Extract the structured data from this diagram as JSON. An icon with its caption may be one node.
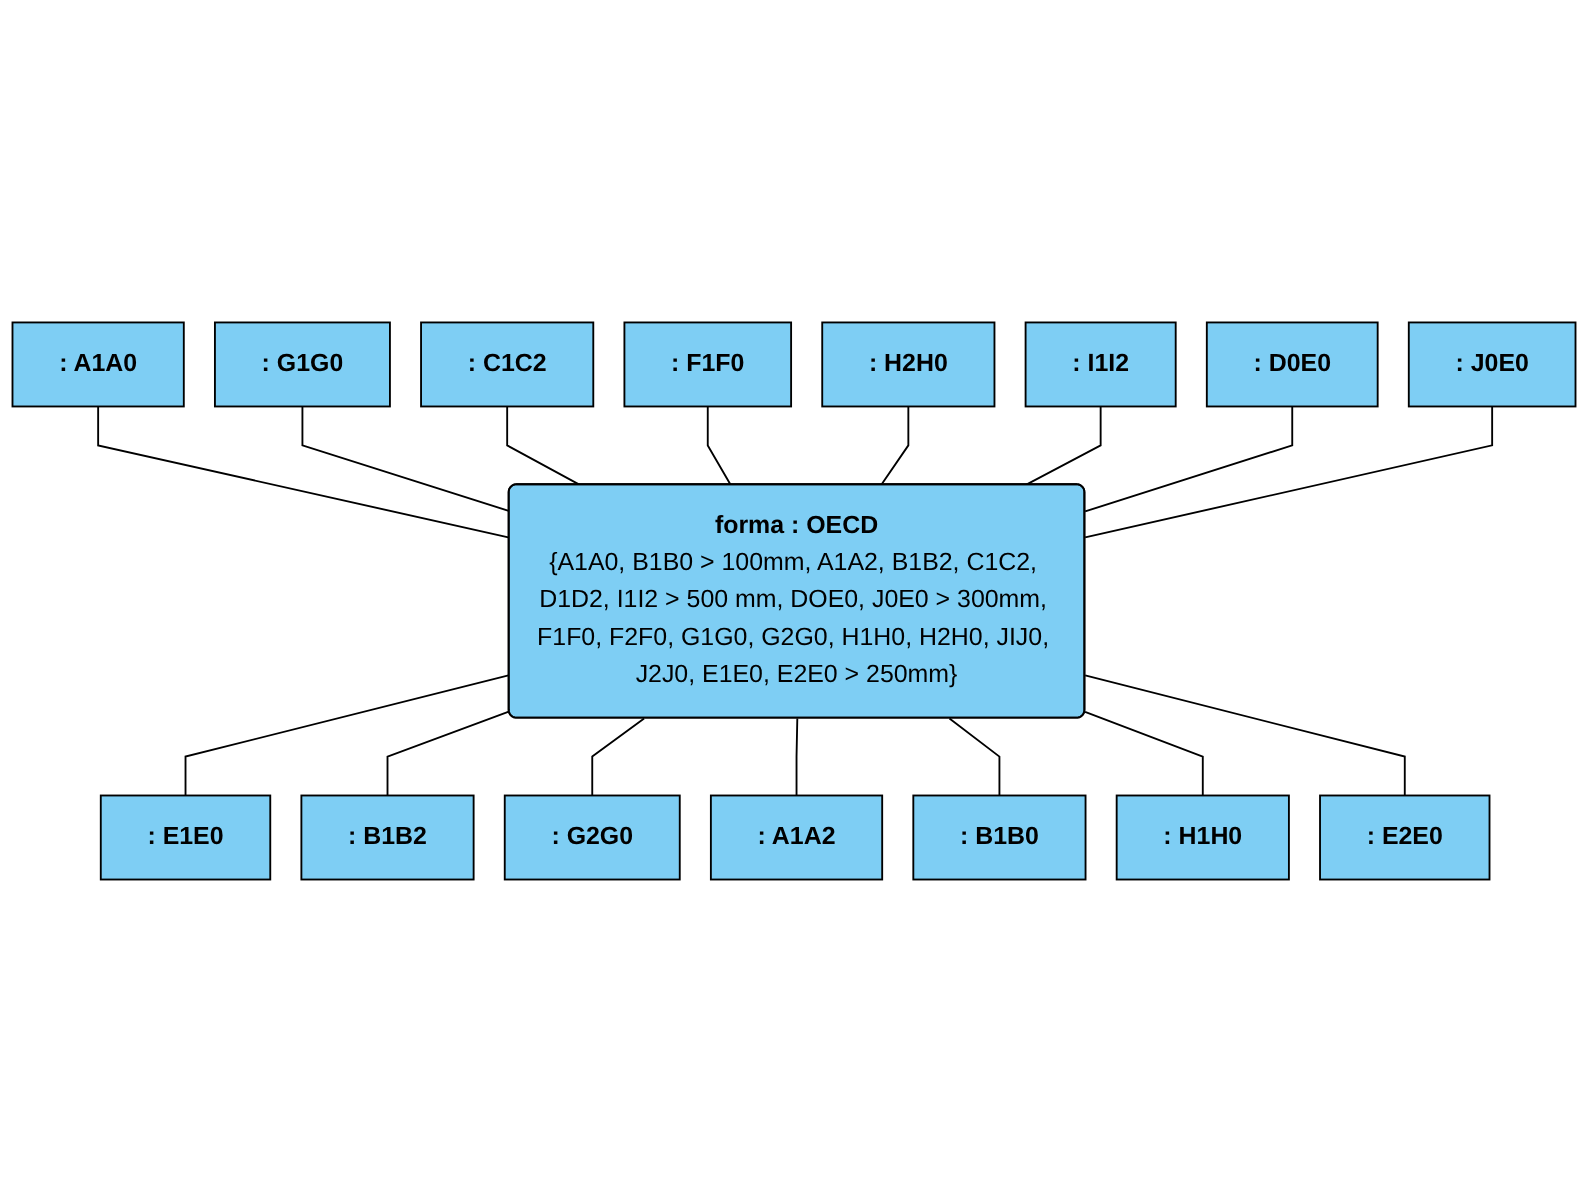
{
  "diagram": {
    "nodes": [
      {
        "text": [
          ": A1A0"
        ]
      },
      {
        "text": [
          ": G1G0"
        ]
      },
      {
        "text": [
          ": C1C2"
        ]
      },
      {
        "text": [
          ": F1F0"
        ]
      },
      {
        "text": [
          ": H2H0"
        ]
      },
      {
        "text": [
          "forma : OECD",
          "{A1A0, B1B0 > 100mm, A1A2, B1B2, C1C2, D1D2, I1I2 > 500 mm, DOE0, J0E0 > 300mm, F1F0, F2F0, G1G0, G2G0, H1H0, H2H0, JIJ0, J2J0, E1E0, E2E0 > 250mm}"
        ]
      },
      {
        "text": [
          ": I1I2"
        ]
      },
      {
        "text": [
          ": D0E0"
        ]
      },
      {
        "text": [
          ": J0E0"
        ]
      },
      {
        "text": [
          ": E1E0"
        ]
      },
      {
        "text": [
          ": B1B2"
        ]
      },
      {
        "text": [
          ": G2G0"
        ]
      },
      {
        "text": [
          ": A1A2"
        ]
      },
      {
        "text": [
          ": B1B0"
        ]
      },
      {
        "text": [
          ": H1H0"
        ]
      },
      {
        "text": [
          ": E2E0"
        ]
      }
    ],
    "edges": [
      {
        "from": 0,
        "to": 5,
        "arrow": "none"
      },
      {
        "from": 1,
        "to": 5,
        "arrow": "none"
      },
      {
        "from": 2,
        "to": 5,
        "arrow": "none"
      },
      {
        "from": 3,
        "to": 5,
        "arrow": "none"
      },
      {
        "from": 4,
        "to": 5,
        "arrow": "none"
      },
      {
        "from": 6,
        "to": 5,
        "arrow": "none"
      },
      {
        "from": 7,
        "to": 5,
        "arrow": "none"
      },
      {
        "from": 8,
        "to": 5,
        "arrow": "none"
      },
      {
        "from": 5,
        "to": 9,
        "arrow": "none"
      },
      {
        "from": 5,
        "to": 10,
        "arrow": "none"
      },
      {
        "from": 5,
        "to": 11,
        "arrow": "none"
      },
      {
        "from": 5,
        "to": 12,
        "arrow": "none"
      },
      {
        "from": 5,
        "to": 13,
        "arrow": "none"
      },
      {
        "from": 5,
        "to": 14,
        "arrow": "none"
      },
      {
        "from": 5,
        "to": 15,
        "arrow": "none"
      }
    ]
  }
}
